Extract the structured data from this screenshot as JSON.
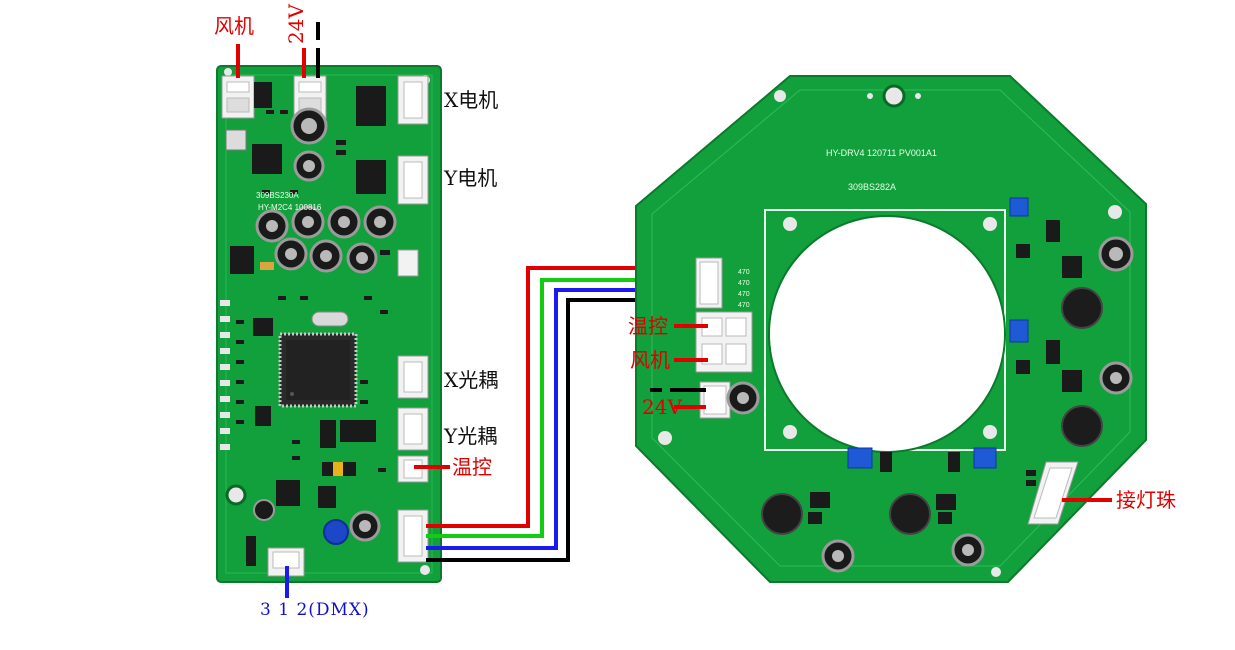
{
  "labels": {
    "fan_top": "风机",
    "v24_top": "24V",
    "x_motor": "X电机",
    "y_motor": "Y电机",
    "x_opto": "X光耦",
    "y_opto": "Y光耦",
    "temp_left": "温控",
    "dmx": "3 1 2(DMX)",
    "temp_right": "温控",
    "fan_right": "风机",
    "v24_right": "24V",
    "led": "接灯珠"
  },
  "silkscreen": {
    "driver_board": "HY-DRV4  120711  PV001A1",
    "chip_code": "309BS282A",
    "main_board": "309BS230A",
    "main_board_model": "HY-M2C4  100816",
    "pin_values": [
      "470",
      "470",
      "470",
      "470"
    ]
  },
  "colors": {
    "pcb": "#11a03c",
    "pcb_dark": "#07802c",
    "wire_red": "#e00000",
    "wire_green": "#11cc11",
    "wire_blue": "#1a1aee",
    "wire_black": "#000000"
  }
}
